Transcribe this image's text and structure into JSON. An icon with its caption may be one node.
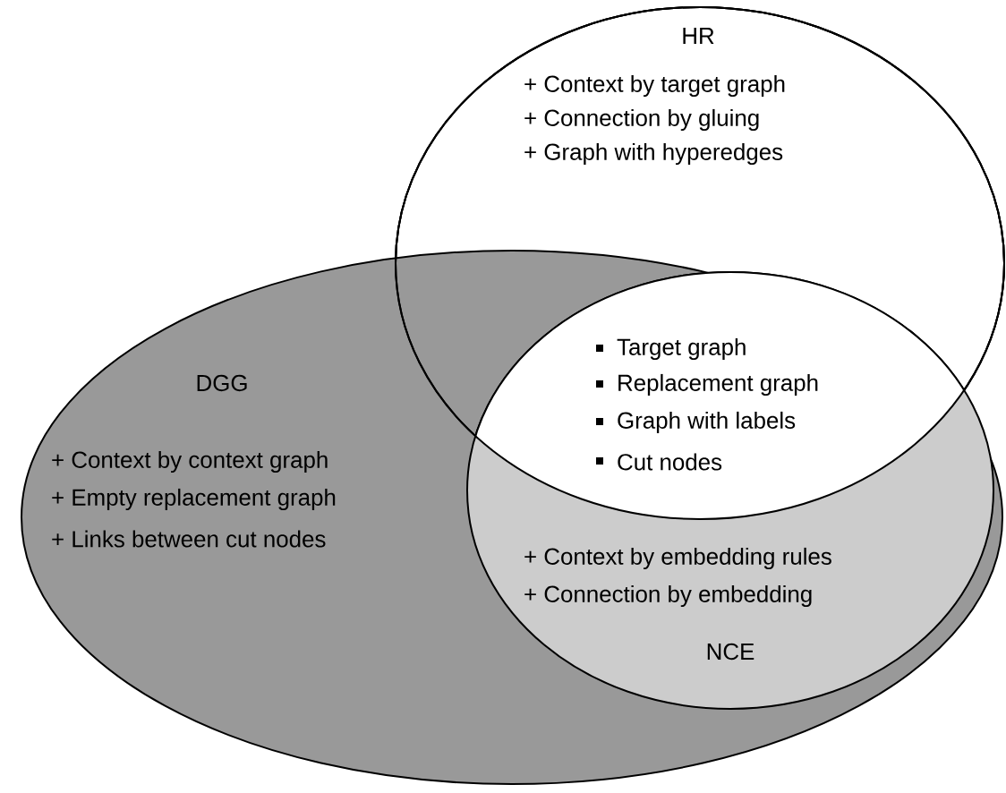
{
  "diagram": {
    "nodes": [
      {
        "text": [
          "HR",
          "+ Context by target graph",
          "+ Connection by gluing",
          "+ Graph with hyperedges"
        ]
      },
      {
        "text": [
          "DGG",
          "+ Context by context graph",
          "+ Empty replacement graph",
          "+ Links between cut nodes"
        ]
      },
      {
        "text": [
          "Target graph",
          "Replacement graph",
          "Graph with labels",
          "Cut nodes"
        ]
      },
      {
        "text": [
          "+ Context by embedding rules",
          "+ Connection by embedding",
          "NCE"
        ],
        "in": 1
      }
    ]
  }
}
